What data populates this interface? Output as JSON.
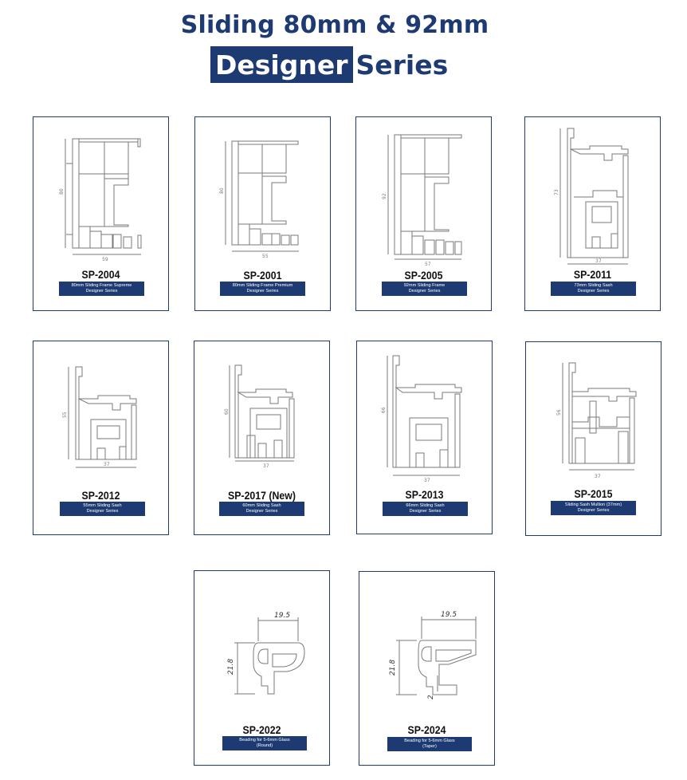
{
  "header": {
    "title_line1": "Sliding 80mm & 92mm",
    "title_highlight": "Designer",
    "title_rest": "Series"
  },
  "colors": {
    "brand": "#1e3a72",
    "text": "#111111",
    "drawing": "#7a7a7a"
  },
  "products": [
    {
      "code": "SP-2004",
      "desc1": "80mm Sliding Frame Supreme",
      "desc2": "Designer Series",
      "dim_h": "80",
      "dim_w": "59"
    },
    {
      "code": "SP-2001",
      "desc1": "80mm Sliding Frame Premium",
      "desc2": "Designer Series",
      "dim_h": "80",
      "dim_w": "55"
    },
    {
      "code": "SP-2005",
      "desc1": "92mm Sliding Frame",
      "desc2": "Designer Series",
      "dim_h": "92",
      "dim_w": "57"
    },
    {
      "code": "SP-2011",
      "desc1": "73mm Sliding Sash",
      "desc2": "Designer Series",
      "dim_h": "73",
      "dim_w": "37"
    },
    {
      "code": "SP-2012",
      "desc1": "55mm Sliding Sash",
      "desc2": "Designer Series",
      "dim_h": "55",
      "dim_w": "37"
    },
    {
      "code": "SP-2017 (New)",
      "desc1": "60mm Sliding Sash",
      "desc2": "Designer Series",
      "dim_h": "60",
      "dim_w": "37"
    },
    {
      "code": "SP-2013",
      "desc1": "66mm Sliding Sash",
      "desc2": "Designer Series",
      "dim_h": "66",
      "dim_w": "37"
    },
    {
      "code": "SP-2015",
      "desc1": "Sliding Sash Mullion (37mm)",
      "desc2": "Designer Series",
      "dim_h": "56",
      "dim_w": "37"
    },
    {
      "code": "SP-2022",
      "desc1": "Beading for 5-6mm Glass",
      "desc2": "(Round)",
      "dim_h": "21.8",
      "dim_w": "19.5"
    },
    {
      "code": "SP-2024",
      "desc1": "Beading for 5-6mm Glass",
      "desc2": "(Taper)",
      "dim_h": "21.8",
      "dim_w": "19.5",
      "dim_extra": "2"
    }
  ]
}
